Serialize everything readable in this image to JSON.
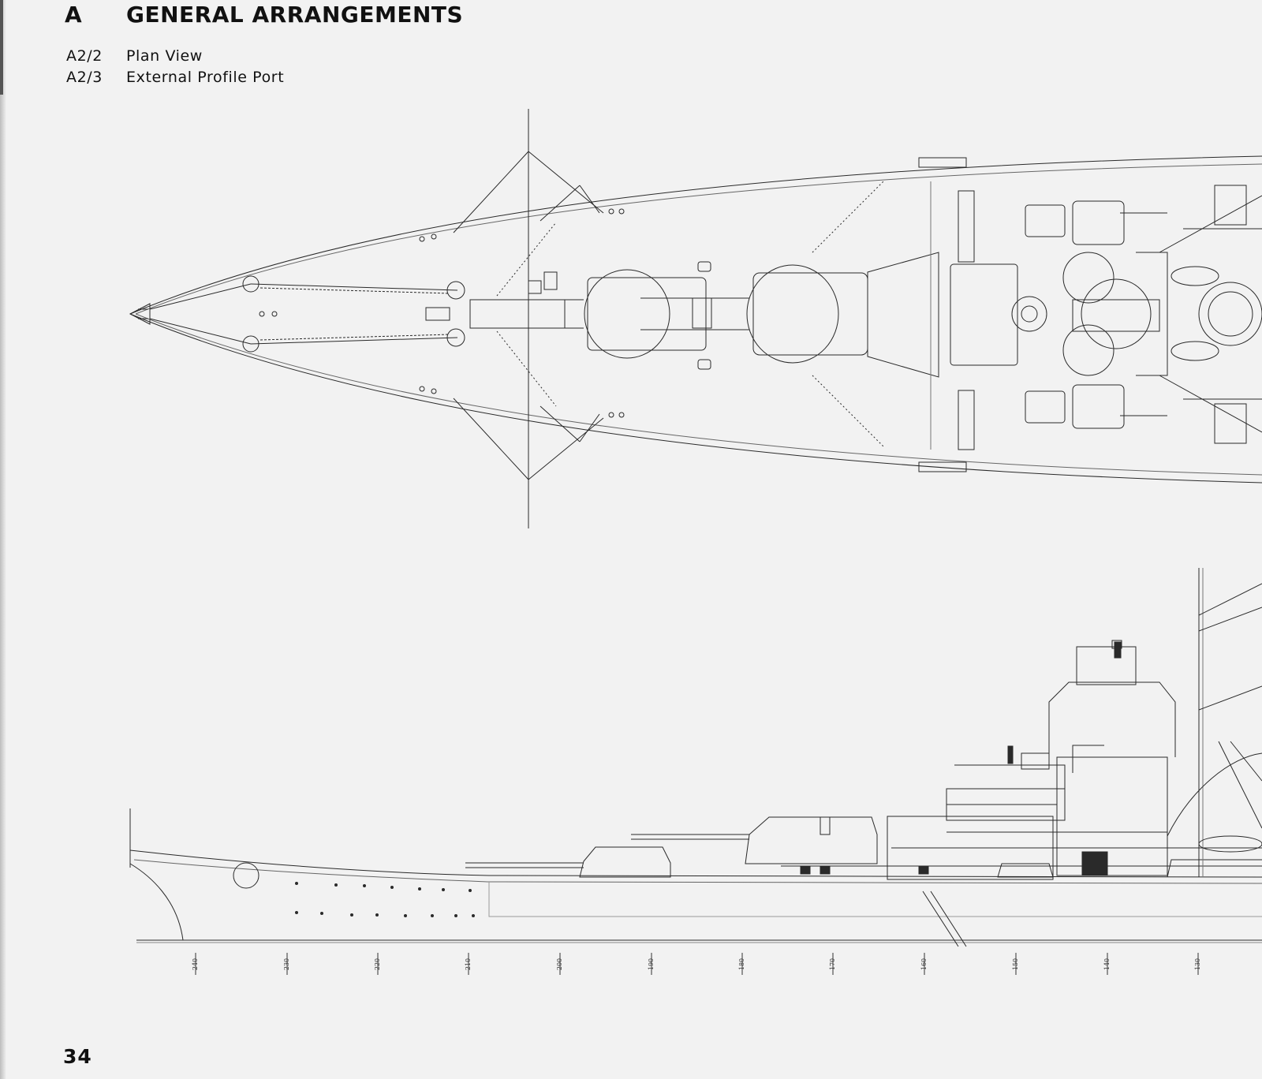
{
  "header": {
    "section_letter": "A",
    "section_title": "GENERAL ARRANGEMENTS"
  },
  "figures": [
    {
      "code": "A2/2",
      "title": "Plan View"
    },
    {
      "code": "A2/3",
      "title": "External Profile Port"
    }
  ],
  "frame_labels": [
    "240",
    "230",
    "220",
    "210",
    "200",
    "190",
    "180",
    "170",
    "160",
    "150",
    "140",
    "130"
  ],
  "page_number": "34",
  "colors": {
    "paper": "#f2f2f2",
    "ink": "#111111",
    "line": "#2a2a2a"
  }
}
